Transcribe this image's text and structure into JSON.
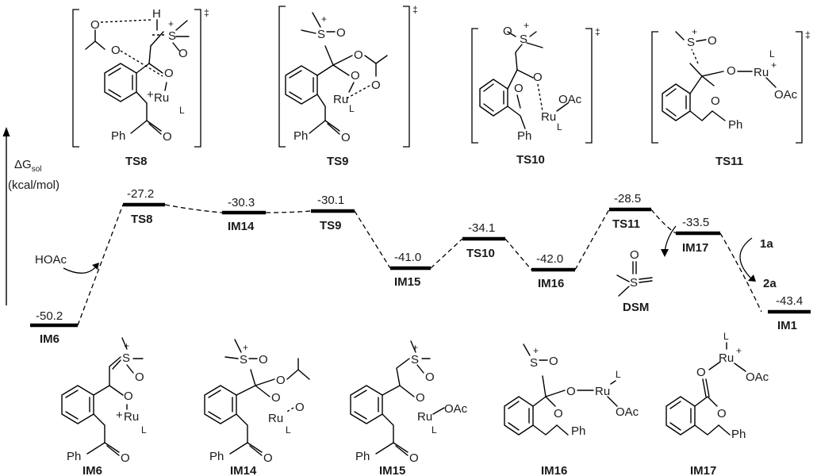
{
  "axis": {
    "label_main": "ΔG",
    "label_sub": "sol",
    "unit": "(kcal/mol)"
  },
  "chart_data": {
    "type": "energy-profile",
    "series": [
      {
        "values": [
          -50.2,
          -27.2,
          -30.3,
          -30.1,
          -41.0,
          -34.1,
          -42.0,
          -28.5,
          -33.5,
          -43.4
        ]
      }
    ],
    "categories": [
      "IM6",
      "TS8",
      "IM14",
      "TS9",
      "IM15",
      "TS10",
      "IM16",
      "TS11",
      "IM17",
      "IM1"
    ]
  },
  "levels": [
    {
      "name": "IM6",
      "energy": "-50.2"
    },
    {
      "name": "TS8",
      "energy": "-27.2"
    },
    {
      "name": "IM14",
      "energy": "-30.3"
    },
    {
      "name": "TS9",
      "energy": "-30.1"
    },
    {
      "name": "IM15",
      "energy": "-41.0"
    },
    {
      "name": "TS10",
      "energy": "-34.1"
    },
    {
      "name": "IM16",
      "energy": "-42.0"
    },
    {
      "name": "TS11",
      "energy": "-28.5"
    },
    {
      "name": "IM17",
      "energy": "-33.5"
    },
    {
      "name": "IM1",
      "energy": "-43.4"
    }
  ],
  "annotations": {
    "hoac": "HOAc",
    "dsm": "DSM",
    "reagent_in": "1a",
    "product_out": "2a"
  },
  "structures": {
    "top": [
      {
        "name": "TS8",
        "mark": "‡"
      },
      {
        "name": "TS9",
        "mark": "‡"
      },
      {
        "name": "TS10",
        "mark": "‡"
      },
      {
        "name": "TS11",
        "mark": "‡"
      }
    ],
    "bottom": [
      {
        "name": "IM6"
      },
      {
        "name": "IM14"
      },
      {
        "name": "IM15"
      },
      {
        "name": "IM16"
      },
      {
        "name": "IM17"
      }
    ]
  },
  "atoms": {
    "ru": "Ru",
    "l": "L",
    "o": "O",
    "s": "S",
    "h": "H",
    "ph": "Ph",
    "oac": "OAc",
    "plus": "+"
  }
}
